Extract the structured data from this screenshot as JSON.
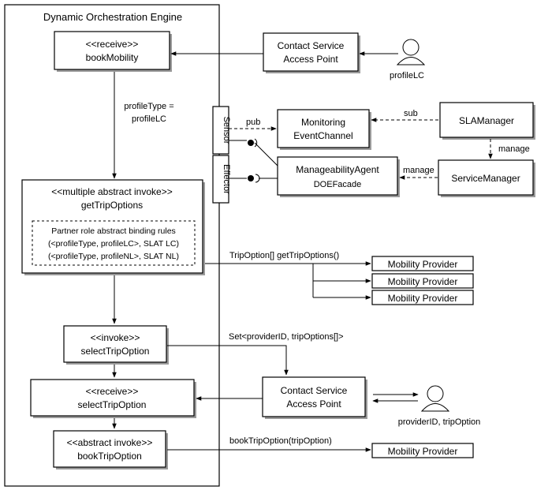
{
  "engine": {
    "title": "Dynamic Orchestration Engine"
  },
  "nodes": {
    "receive_book": {
      "stereotype": "<<receive>>",
      "name": "bookMobility"
    },
    "contact_top": {
      "line1": "Contact Service",
      "line2": "Access Point"
    },
    "actor_top": {
      "label": "profileLC"
    },
    "transition_label": {
      "line1": "profileType =",
      "line2": "profileLC"
    },
    "sensor": {
      "label": "Sensor"
    },
    "effector": {
      "label": "Effector"
    },
    "pub_label": "pub",
    "sub_label": "sub",
    "manage_label_1": "manage",
    "manage_label_2": "manage",
    "monitoring": {
      "line1": "Monitoring",
      "line2": "EventChannel"
    },
    "sla_manager": {
      "label": "SLAManager"
    },
    "agent": {
      "line1": "ManageabilityAgent",
      "line2": "DOEFacade"
    },
    "service_manager": {
      "label": "ServiceManager"
    },
    "multi_invoke": {
      "stereotype": "<<multiple abstract invoke>>",
      "name": "getTripOptions",
      "rules_title": "Partner role abstract binding rules",
      "rule1": "(<profileType, profileLC>, SLAT LC)",
      "rule2": "(<profileType, profileNL>, SLAT NL)"
    },
    "get_trip_call": "TripOption[] getTripOptions()",
    "mobility_providers": [
      "Mobility Provider",
      "Mobility Provider",
      "Mobility Provider"
    ],
    "invoke_select": {
      "stereotype": "<<invoke>>",
      "name": "selectTripOption"
    },
    "set_label": "Set<providerID, tripOptions[]>",
    "receive_select": {
      "stereotype": "<<receive>>",
      "name": "selectTripOption"
    },
    "contact_bottom": {
      "line1": "Contact Service",
      "line2": "Access Point"
    },
    "actor_bottom": {
      "label": "providerID, tripOption"
    },
    "abstract_book": {
      "stereotype": "<<abstract invoke>>",
      "name": "bookTripOption"
    },
    "book_call": "bookTripOption(tripOption)",
    "mobility_provider_last": "Mobility Provider"
  }
}
